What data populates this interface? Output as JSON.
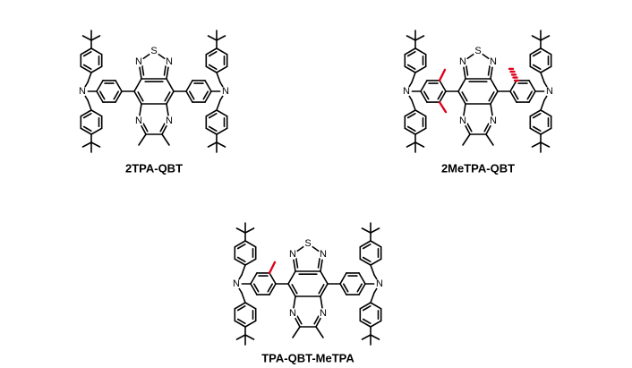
{
  "molecules": [
    {
      "name": "2TPA-QBT",
      "methyl_marks": []
    },
    {
      "name": "2MeTPA-QBT",
      "methyl_marks": [
        {
          "side": "left-donor",
          "style": "wedge"
        },
        {
          "side": "right-donor",
          "style": "hash"
        }
      ]
    },
    {
      "name": "TPA-QBT-MeTPA",
      "methyl_marks": [
        {
          "side": "left-donor",
          "style": "wedge"
        }
      ]
    }
  ],
  "atom_labels": {
    "nitrogen": "N",
    "sulfur": "S"
  },
  "colors": {
    "bond": "#000000",
    "methyl_highlight": "#e0001b",
    "background": "#ffffff"
  }
}
